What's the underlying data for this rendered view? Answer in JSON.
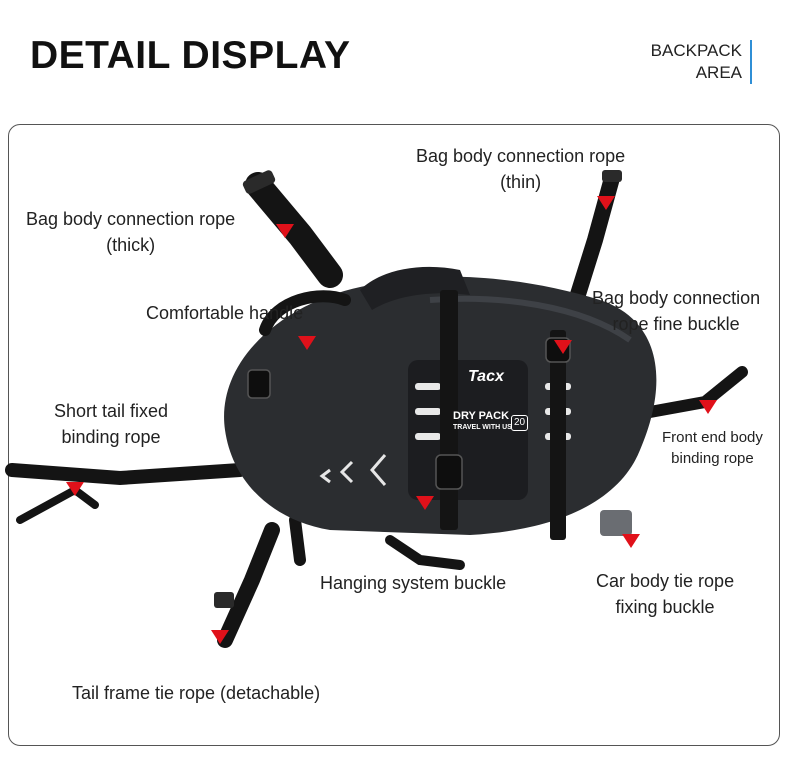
{
  "header": {
    "title": "DETAIL DISPLAY",
    "section_line1": "BACKPACK",
    "section_line2": "AREA"
  },
  "product": {
    "brand": "Tacx",
    "name": "DRY PACK",
    "tagline": "TRAVEL WITH US",
    "capacity": "20"
  },
  "callouts": {
    "thick_rope": {
      "line1": "Bag body connection rope",
      "line2": "(thick)"
    },
    "thin_rope": {
      "line1": "Bag body connection rope",
      "line2": "(thin)"
    },
    "handle": {
      "line1": "Comfortable handle"
    },
    "fine_buckle": {
      "line1": "Bag body connection",
      "line2": "rope fine buckle"
    },
    "short_tail": {
      "line1": "Short tail fixed",
      "line2": "binding rope"
    },
    "front_end": {
      "line1": "Front end body",
      "line2": "binding rope"
    },
    "hanging": {
      "line1": "Hanging system buckle"
    },
    "car_body": {
      "line1": "Car body tie rope",
      "line2": "fixing buckle"
    },
    "tail_frame": {
      "line1": "Tail frame tie rope (detachable)"
    }
  },
  "colors": {
    "accent_blue": "#2f8fd6",
    "marker_red": "#e0111a",
    "bag_body": "#2b2d30",
    "strap": "#141414"
  }
}
